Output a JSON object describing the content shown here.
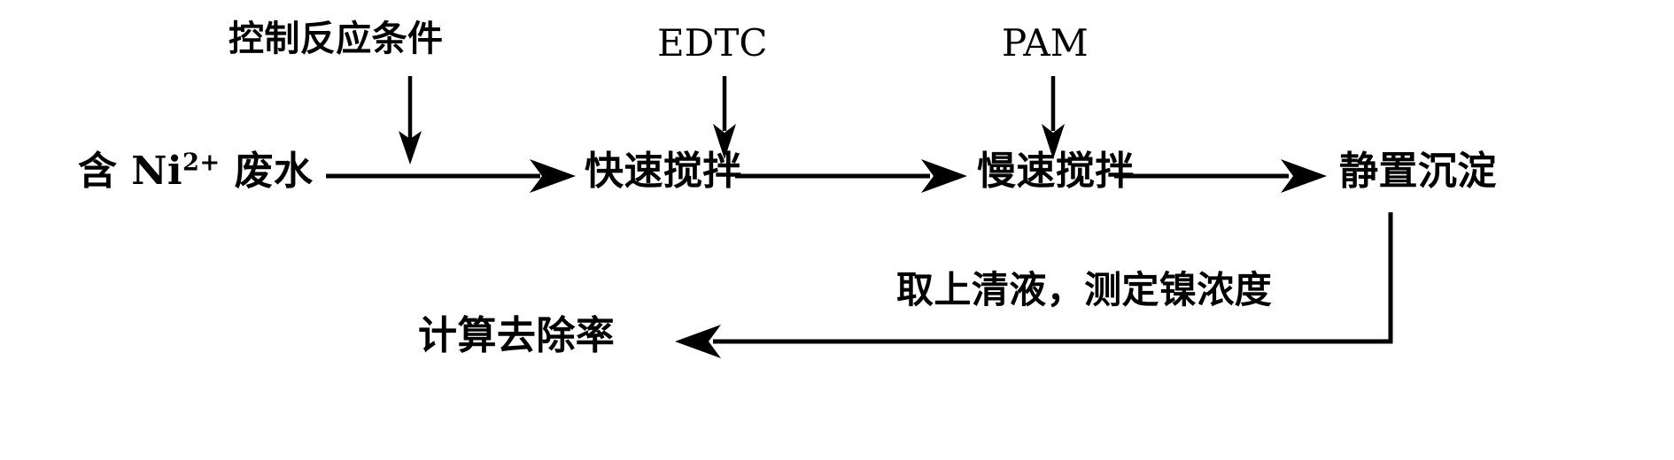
{
  "diagram": {
    "type": "process-flowchart",
    "title_visible": false,
    "language": "zh-CN",
    "background_color": "#ffffff",
    "stroke_color": "#000000",
    "nodes": [
      {
        "id": "influent",
        "label_prefix": "含 Ni",
        "label_sup": "2+",
        "label_suffix": " 废水",
        "full_text": "含 Ni2+ 废水"
      },
      {
        "id": "rapid-mix",
        "full_text": "快速搅拌"
      },
      {
        "id": "slow-mix",
        "full_text": "慢速搅拌"
      },
      {
        "id": "settling",
        "full_text": "静置沉淀"
      },
      {
        "id": "removal",
        "full_text": "计算去除率"
      }
    ],
    "edge_labels": [
      {
        "id": "conditions",
        "full_text": "控制反应条件"
      },
      {
        "id": "edtc",
        "full_text": "EDTC"
      },
      {
        "id": "pam",
        "full_text": "PAM"
      },
      {
        "id": "supernatant",
        "full_text": "取上清液，测定镍浓度"
      }
    ],
    "edges": [
      {
        "from": "influent",
        "to": "rapid-mix",
        "label": "控制反应条件",
        "direction": "right"
      },
      {
        "from": "rapid-mix",
        "to": "slow-mix",
        "label": "",
        "direction": "right"
      },
      {
        "from": "slow-mix",
        "to": "settling",
        "label": "",
        "direction": "right"
      },
      {
        "from": "conditions",
        "to": "influent-to-rapid-mix",
        "label": "控制反应条件",
        "direction": "down"
      },
      {
        "from": "edtc",
        "to": "rapid-mix",
        "label": "EDTC",
        "direction": "down"
      },
      {
        "from": "pam",
        "to": "slow-mix",
        "label": "PAM",
        "direction": "down"
      },
      {
        "from": "settling",
        "to": "removal",
        "label": "取上清液，测定镍浓度",
        "direction": "down-left"
      }
    ]
  }
}
